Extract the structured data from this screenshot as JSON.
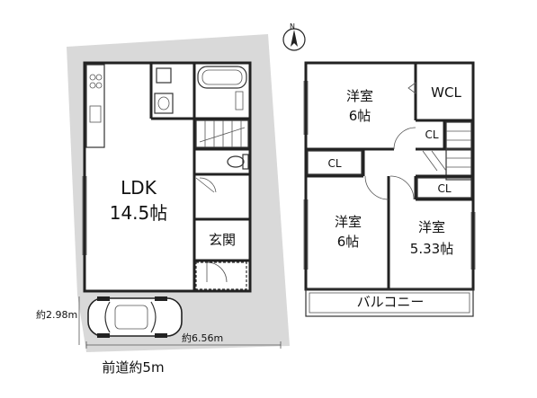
{
  "compass": {
    "north_label": "N"
  },
  "floor1": {
    "ldk": {
      "name": "LDK",
      "size": "14.5帖"
    },
    "genkan": "玄関"
  },
  "floor2": {
    "room_ne": {
      "name": "洋室",
      "size": "6帖"
    },
    "room_sw": {
      "name": "洋室",
      "size": "6帖"
    },
    "room_se": {
      "name": "洋室",
      "size": "5.33帖"
    },
    "wcl": "WCL",
    "cl_1": "CL",
    "cl_2": "CL",
    "cl_3": "CL",
    "balcony": "バルコニー"
  },
  "site": {
    "dim_depth": "約2.98m",
    "dim_width": "約6.56m",
    "road": "前道約5m"
  }
}
